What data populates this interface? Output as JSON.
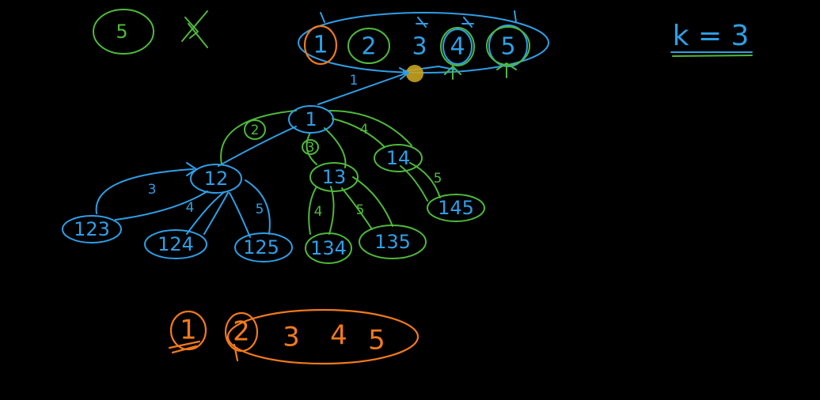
{
  "colors": {
    "background": "#000000",
    "blue": "#2f9fe6",
    "green": "#4fb83b",
    "orange": "#f07a1c",
    "pointer": "#c8a21e"
  },
  "top_left": {
    "circled_value": "5"
  },
  "k_note": {
    "text": "k = 3"
  },
  "top_set": {
    "items": [
      "1",
      "2",
      "3",
      "4",
      "5"
    ]
  },
  "tree": {
    "root": "1",
    "nodes": [
      {
        "id": "n1",
        "label": "1",
        "color": "blue"
      },
      {
        "id": "n12",
        "label": "12",
        "color": "blue"
      },
      {
        "id": "n123",
        "label": "123",
        "color": "blue"
      },
      {
        "id": "n124",
        "label": "124",
        "color": "blue"
      },
      {
        "id": "n125",
        "label": "125",
        "color": "blue"
      },
      {
        "id": "n13",
        "label": "13",
        "color": "green"
      },
      {
        "id": "n14",
        "label": "14",
        "color": "green"
      },
      {
        "id": "n134",
        "label": "134",
        "color": "green"
      },
      {
        "id": "n135",
        "label": "135",
        "color": "green"
      },
      {
        "id": "n145",
        "label": "145",
        "color": "green"
      }
    ],
    "edge_labels": {
      "set_to_root": "1",
      "root_to_12": "2",
      "root_to_13": "3",
      "root_to_14": "4",
      "n12_to_123": "3",
      "n12_to_124": "4",
      "n12_to_125": "5",
      "n13_to_134": "4",
      "n13_to_135": "5",
      "n14_to_145": "5"
    }
  },
  "bottom_set": {
    "items": [
      "1",
      "2",
      "3",
      "4",
      "5"
    ]
  }
}
